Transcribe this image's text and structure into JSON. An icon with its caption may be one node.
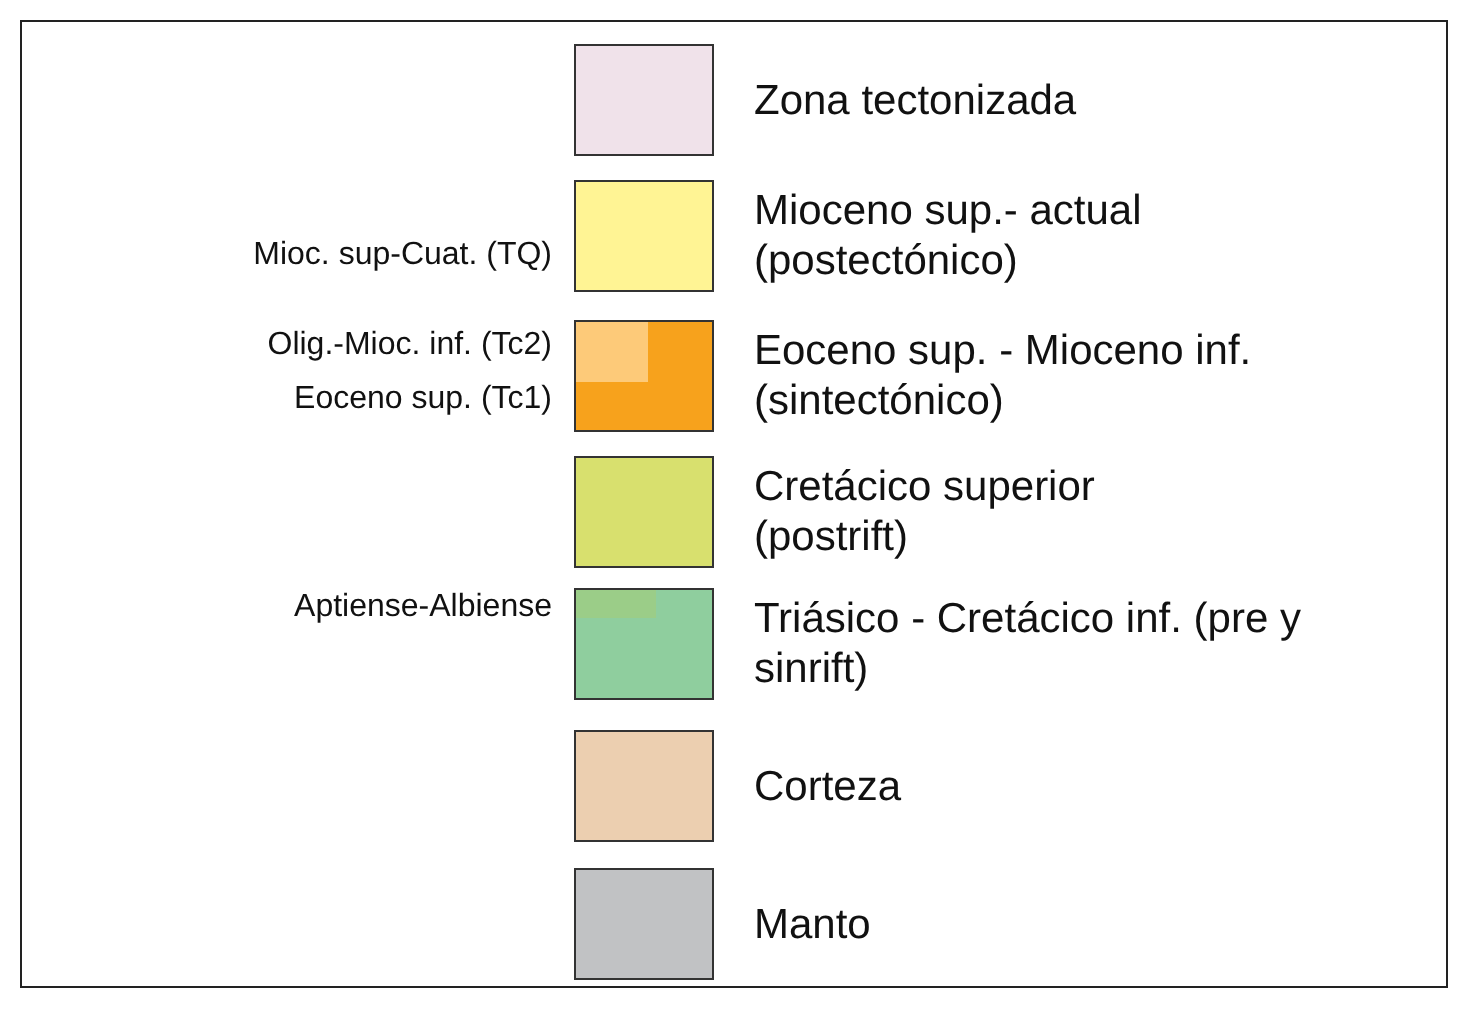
{
  "diagram": {
    "labels": [
      "Mioc. sup-Cuat. (TQ)",
      "Olig.-Mioc. inf. (Tc2)",
      "Eoceno sup. (Tc1)",
      "Aptiense-Albiense"
    ],
    "legend": [
      {
        "text": "Zona tectonizada",
        "color": "#f0e2ea"
      },
      {
        "text": "Mioceno sup.- actual (postectónico)",
        "color": "#fff494"
      },
      {
        "text": "Eoceno sup. - Mioceno inf. (sintectónico)",
        "color": "#f7a21c"
      },
      {
        "text": "Cretácico superior (postrift)",
        "color": "#d8e06e"
      },
      {
        "text": "Triásico - Cretácico inf. (pre y sinrift)",
        "color": "#8fce9e"
      },
      {
        "text": "Corteza",
        "color": "#eccfb0"
      },
      {
        "text": "Manto",
        "color": "#c1c2c4"
      }
    ]
  }
}
